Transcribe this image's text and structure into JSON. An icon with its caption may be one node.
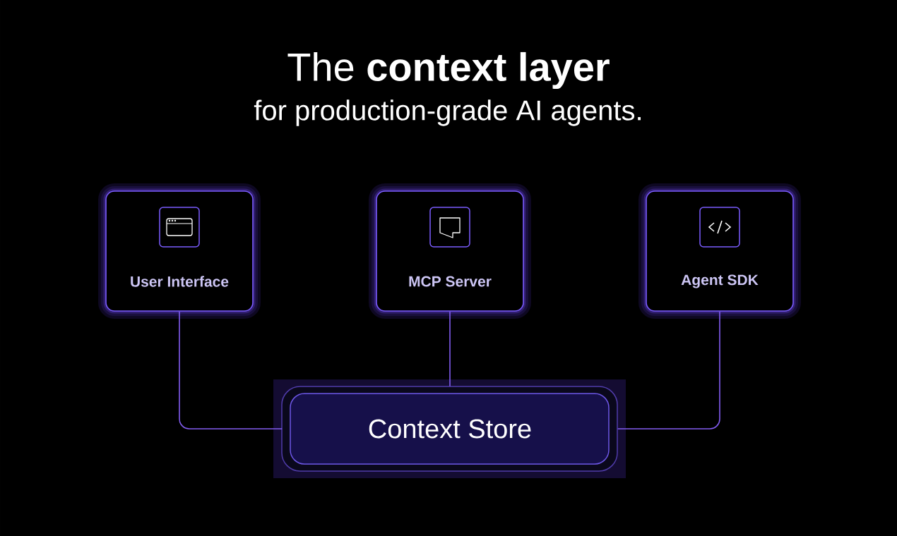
{
  "diagram": {
    "title": "The **context layer**",
    "nodes": [
      {
        "text": [
          "User Interface"
        ]
      },
      {
        "text": [
          "MCP Server"
        ]
      },
      {
        "text": [
          "Agent SDK"
        ]
      },
      {
        "text": [
          "Context Store"
        ]
      }
    ],
    "edges": [
      {
        "from": 0,
        "to": 3,
        "arrow": "none"
      },
      {
        "from": 1,
        "to": 3,
        "arrow": "none"
      },
      {
        "from": 2,
        "to": 3,
        "arrow": "none"
      }
    ],
    "labels": [
      "for production-grade AI agents."
    ]
  }
}
